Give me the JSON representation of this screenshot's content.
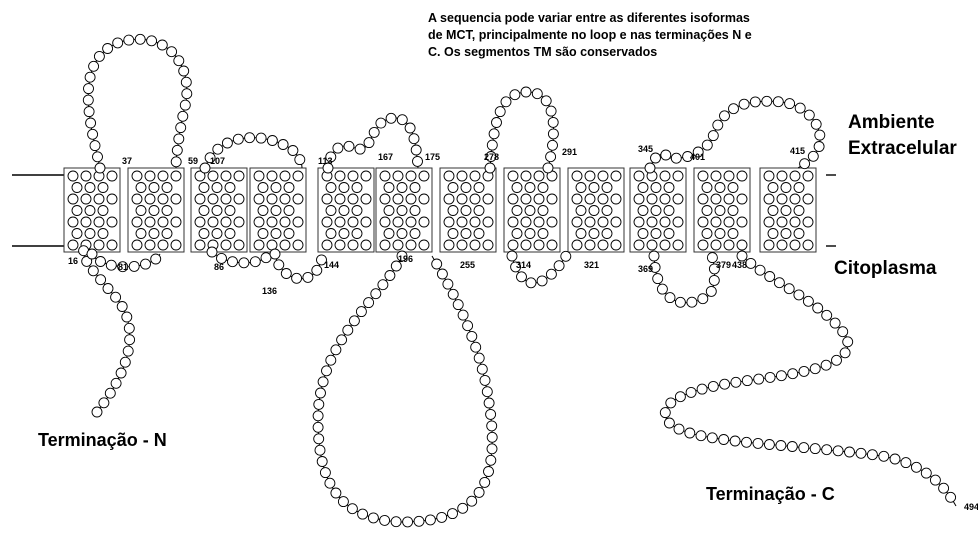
{
  "note": [
    "A sequencia pode variar entre as diferentes isoformas",
    "de MCT, principalmente no loop e nas terminações N e",
    "C. Os segmentos TM são conservados"
  ],
  "region_labels": {
    "extracellular_line1": "Ambiente",
    "extracellular_line2": "Extracelular",
    "cytoplasm": "Citoplasma",
    "n_terminus": "Terminação - N",
    "c_terminus": "Terminação - C"
  },
  "transmembrane_segments": 12,
  "residue_numbers": [
    "16",
    "37",
    "59",
    "81",
    "86",
    "107",
    "113",
    "136",
    "144",
    "167",
    "175",
    "196",
    "255",
    "278",
    "291",
    "314",
    "321",
    "345",
    "369",
    "379",
    "401",
    "415",
    "438",
    "494"
  ],
  "colors": {
    "line": "#000000",
    "residue_fill": "#ffffff",
    "segment_stroke": "#333333"
  }
}
